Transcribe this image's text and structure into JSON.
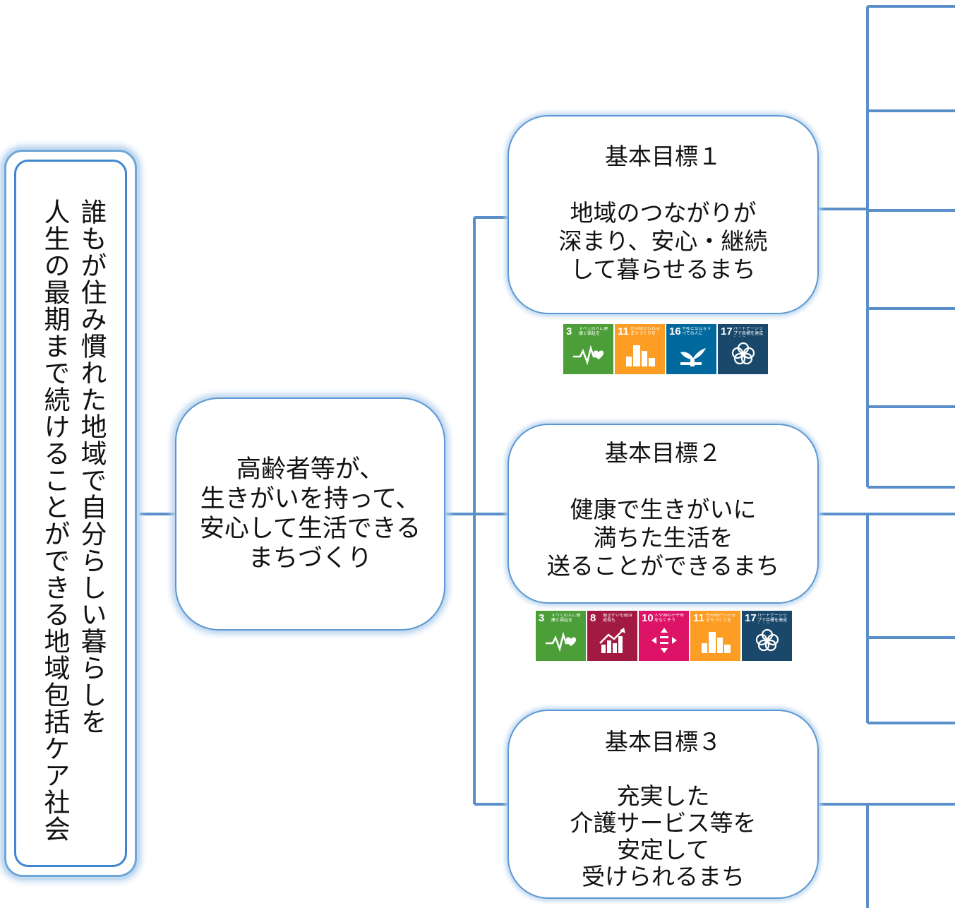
{
  "vision": {
    "line1": "誰もが住み慣れた地域で自分らしい暮らしを",
    "line2": "人生の最期まで続けることができる地域包括ケア社会"
  },
  "concept": {
    "lines": [
      "高齢者等が、",
      "生きがいを持って、",
      "安心して生活できる",
      "まちづくり"
    ]
  },
  "goals": [
    {
      "title": "基本目標１",
      "lines": [
        "地域のつながりが",
        "深まり、安心・継続",
        "して暮らせるまち"
      ]
    },
    {
      "title": "基本目標２",
      "lines": [
        "健康で生きがいに",
        "満ちた生活を",
        "送ることができるまち"
      ]
    },
    {
      "title": "基本目標３",
      "lines": [
        "充実した",
        "介護サービス等を",
        "安定して",
        "受けられるまち"
      ]
    }
  ],
  "sdg_groups": [
    [
      {
        "num": "3",
        "caption": "すべての人に健康と福祉を",
        "color": "#4c9f38",
        "icon": "heartbeat-icon"
      },
      {
        "num": "11",
        "caption": "住み続けられるまちづくりを",
        "color": "#fd9d24",
        "icon": "city-icon"
      },
      {
        "num": "16",
        "caption": "平和と公正をすべての人に",
        "color": "#00689d",
        "icon": "dove-icon"
      },
      {
        "num": "17",
        "caption": "パートナーシップで目標を達成しよう",
        "color": "#19486a",
        "icon": "partnership-icon"
      }
    ],
    [
      {
        "num": "3",
        "caption": "すべての人に健康と福祉を",
        "color": "#4c9f38",
        "icon": "heartbeat-icon"
      },
      {
        "num": "8",
        "caption": "働きがいも経済成長も",
        "color": "#a21942",
        "icon": "growth-chart-icon"
      },
      {
        "num": "10",
        "caption": "人や国の不平等をなくそう",
        "color": "#dd1367",
        "icon": "equality-icon"
      },
      {
        "num": "11",
        "caption": "住み続けられるまちづくりを",
        "color": "#fd9d24",
        "icon": "city-icon"
      },
      {
        "num": "17",
        "caption": "パートナーシップで目標を達成しよう",
        "color": "#19486a",
        "icon": "partnership-icon"
      }
    ]
  ],
  "colors": {
    "connector": "#5b8fc9",
    "box_border": "#5c98d2",
    "box_glow": "#b7d3ef"
  }
}
